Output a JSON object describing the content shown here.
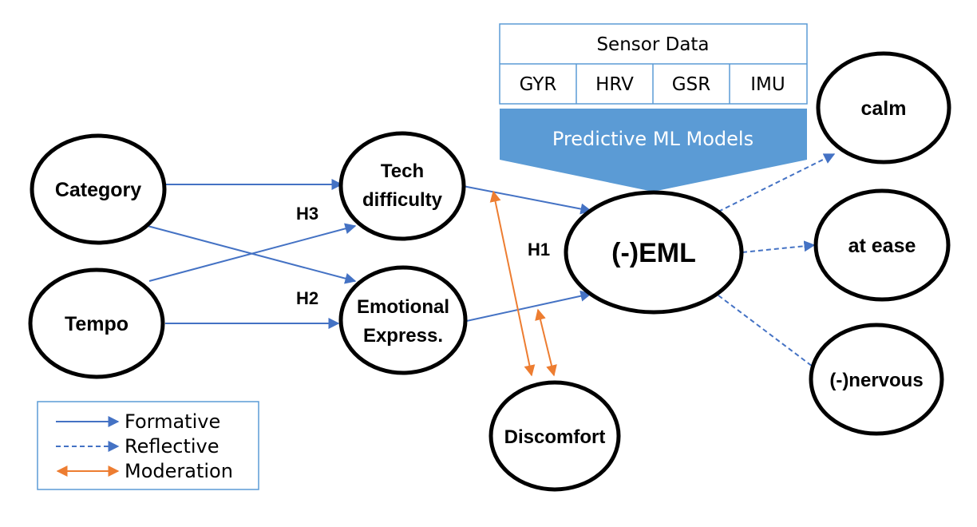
{
  "nodes": {
    "category": "Category",
    "tempo": "Tempo",
    "tech_line1": "Tech",
    "tech_line2": "difficulty",
    "emo_line1": "Emotional",
    "emo_line2": "Express.",
    "eml": "(-)EML",
    "discomfort": "Discomfort",
    "calm": "calm",
    "at_ease": "at ease",
    "nervous": "(-)nervous"
  },
  "hypotheses": {
    "h1": "H1",
    "h2": "H2",
    "h3": "H3"
  },
  "sensor": {
    "title": "Sensor Data",
    "channels": [
      "GYR",
      "HRV",
      "GSR",
      "IMU"
    ]
  },
  "ml_model": "Predictive ML Models",
  "legend": {
    "formative": "Formative",
    "reflective": "Reflective",
    "moderation": "Moderation"
  },
  "colors": {
    "blue": "#4472C4",
    "orange": "#ED7D31",
    "ml_fill": "#5B9BD5",
    "sensor_border": "#5B9BD5"
  }
}
